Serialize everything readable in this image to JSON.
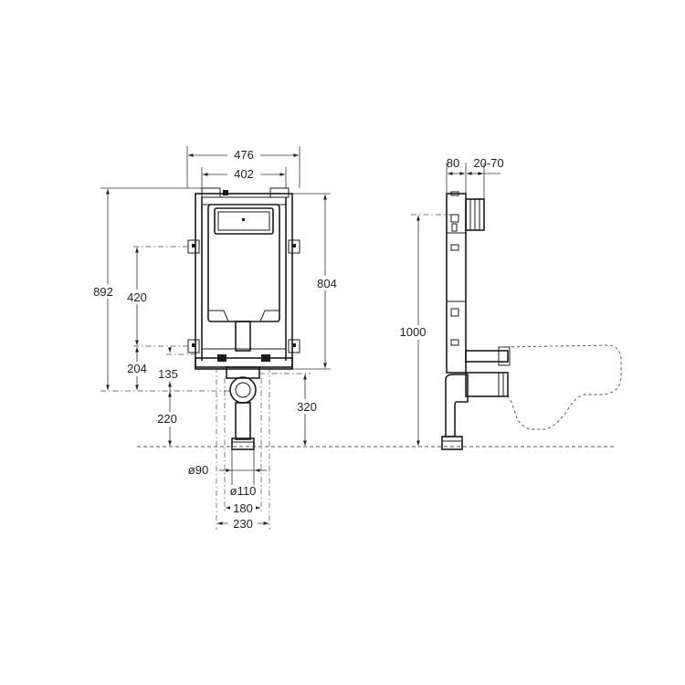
{
  "front_view": {
    "width_outer": "476",
    "width_inner": "402",
    "height_total": "892",
    "height_frame": "804",
    "fixing_height": "420",
    "height_204": "204",
    "height_135": "135",
    "height_220": "220",
    "height_320": "320",
    "pipe_diameter_small": "ø90",
    "pipe_diameter_large": "ø110",
    "spacing_180": "180",
    "spacing_230": "230"
  },
  "side_view": {
    "depth_frame": "80",
    "depth_adjust": "20-70",
    "height_button": "1000"
  }
}
